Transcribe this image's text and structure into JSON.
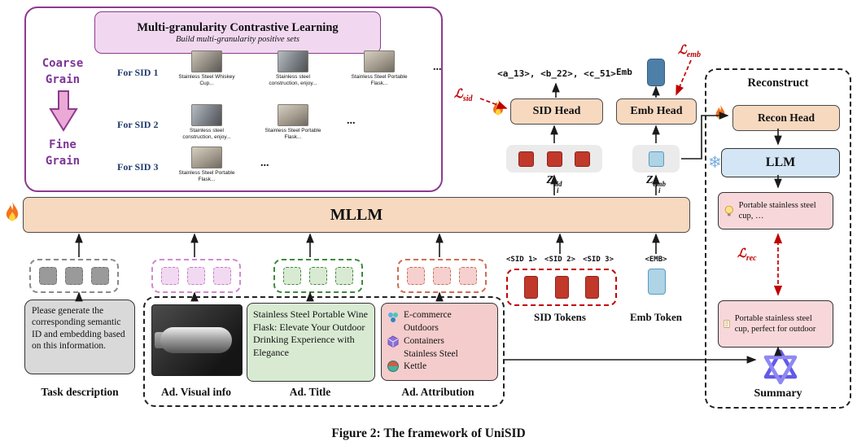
{
  "caption": "Figure 2: The framework of UniSID",
  "mgcl": {
    "title": "Multi-granularity Contrastive Learning",
    "subtitle": "Build multi-granularity positive sets",
    "coarse_label": "Coarse Grain",
    "fine_label": "Fine Grain",
    "rows": [
      {
        "label": "For SID 1",
        "cards": [
          {
            "caption": "Stainless Steel Whiskey Cup..."
          },
          {
            "caption": "Stainless steel construction, enjoy..."
          },
          {
            "caption": "Stainless Steel Portable Flask..."
          }
        ],
        "more": "..."
      },
      {
        "label": "For SID 2",
        "cards": [
          {
            "caption": "Stainless steel construction, enjoy..."
          },
          {
            "caption": "Stainless Steel Portable Flask..."
          }
        ],
        "more": "..."
      },
      {
        "label": "For SID 3",
        "cards": [
          {
            "caption": "Stainless Steel Portable Flask..."
          }
        ],
        "more": "..."
      }
    ]
  },
  "heads": {
    "sid_output": "<a_13>, <b_22>, <c_51>",
    "sid_head": "SID Head",
    "emb_head": "Emb Head",
    "emb_label": "Emb",
    "loss_sid": {
      "base": "ℒ",
      "sub": "sid"
    },
    "loss_emb": {
      "base": "ℒ",
      "sub": "emb"
    },
    "z_sid": {
      "base": "Z",
      "sup": "sid",
      "sub": "i"
    },
    "z_emb": {
      "base": "Z",
      "sup": "emb",
      "sub": "i"
    }
  },
  "mllm_label": "MLLM",
  "reconstruct": {
    "title": "Reconstruct",
    "recon_head": "Recon Head",
    "llm_label": "LLM",
    "generated_text": "Portable stainless steel cup, …",
    "loss_rec": {
      "base": "ℒ",
      "sub": "rec"
    },
    "summary_text": "Portable stainless steel cup, perfect for outdoor",
    "summary_label": "Summary"
  },
  "tokens": {
    "sid_labels": [
      "<SID 1>",
      "<SID 2>",
      "<SID 3>"
    ],
    "emb_label": "<EMB>",
    "sid_caption": "SID Tokens",
    "emb_caption": "Emb Token"
  },
  "inputs": {
    "task_text": "Please generate the corresponding semantic ID and embedding based on this information.",
    "task_label": "Task description",
    "visual_label": "Ad. Visual info",
    "title_text": "Stainless Steel Portable Wine Flask: Elevate Your Outdoor Drinking Experience with Elegance",
    "title_label": "Ad. Title",
    "attribution_items": [
      "E-commerce",
      "Outdoors",
      "Containers",
      "Stainless Steel",
      "Kettle"
    ],
    "attribution_label": "Ad. Attribution"
  },
  "icons": {
    "snowflake": "❄"
  },
  "colors": {
    "accent_purple": "#8e3a8e",
    "loss_red": "#c00000",
    "head_peach": "#f7d9c0",
    "token_red": "#c0392b",
    "emb_blue": "#aed4e6"
  }
}
